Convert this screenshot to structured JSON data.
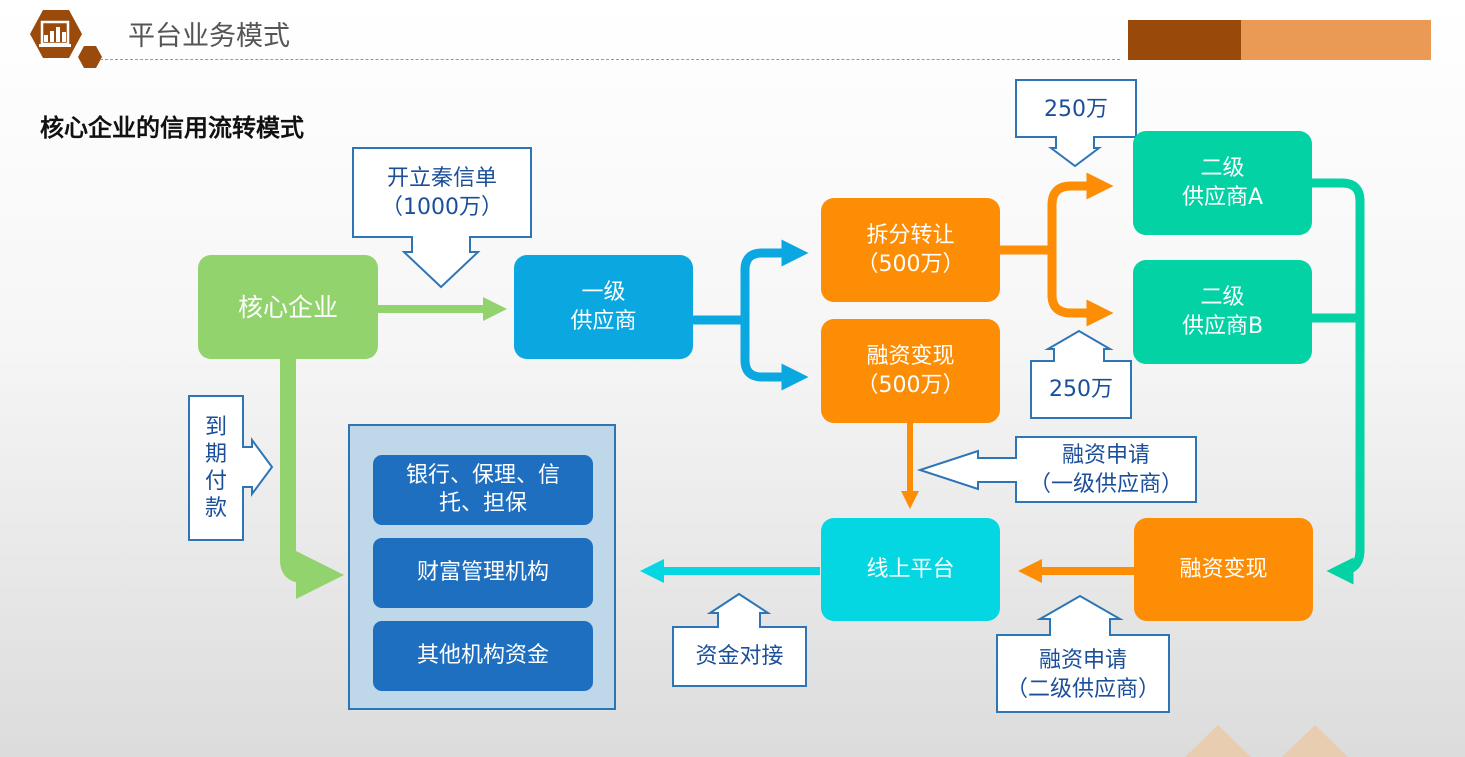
{
  "header": {
    "title": "平台业务模式",
    "subtitle": "核心企业的信用流转模式"
  },
  "nodes": {
    "core": "核心企业",
    "tier1": "一级\n供应商",
    "split": "拆分转让\n（500万）",
    "finance_cash": "融资变现\n（500万）",
    "tier2a": "二级\n供应商A",
    "tier2b": "二级\n供应商B",
    "platform": "线上平台",
    "finance2": "融资变现"
  },
  "callouts": {
    "issue": "开立秦信单\n（1000万）",
    "amount_a": "250万",
    "amount_b": "250万",
    "apply1": "融资申请\n（一级供应商）",
    "apply2": "融资申请\n（二级供应商）",
    "matching": "资金对接",
    "due_pay": "到期付款"
  },
  "institutions": [
    "银行、保理、信\n托、担保",
    "财富管理机构",
    "其他机构资金"
  ],
  "colors": {
    "green": "#92d36e",
    "blue": "#0aa7e0",
    "orange": "#fd8d04",
    "teal": "#02d2a4",
    "cyan": "#05d7e2",
    "navy": "#1f6fc0",
    "callout_text": "#1b4f9a",
    "bar_dark": "#994a0a",
    "bar_light": "#eb9a55"
  },
  "icons": {
    "logo": "presentation-chart-icon"
  }
}
